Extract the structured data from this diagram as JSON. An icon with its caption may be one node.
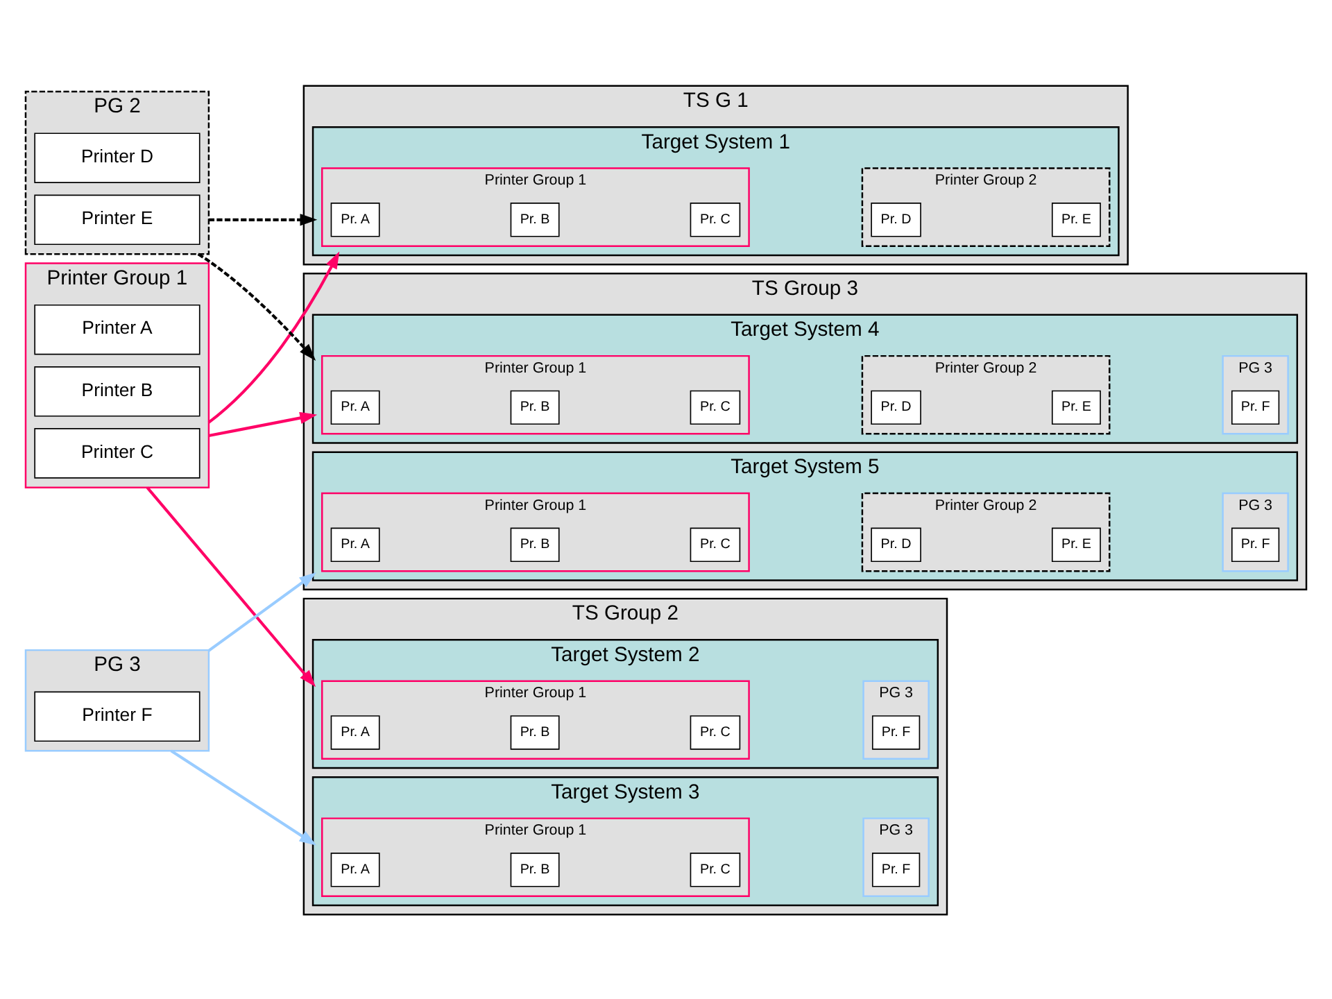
{
  "diagram": {
    "nodes": [
      {
        "text": [
          "Printer Group 1"
        ]
      },
      {
        "text": [
          "Printer A"
        ],
        "in": 0
      },
      {
        "text": [
          "Printer B"
        ],
        "in": 0
      },
      {
        "text": [
          "Printer C"
        ],
        "in": 0
      },
      {
        "text": [
          "PG 2"
        ]
      },
      {
        "text": [
          "Printer D"
        ],
        "in": 4
      },
      {
        "text": [
          "Printer E"
        ],
        "in": 4
      },
      {
        "text": [
          "PG 3"
        ]
      },
      {
        "text": [
          "Printer F"
        ],
        "in": 7
      },
      {
        "text": [
          "TS G 1"
        ]
      },
      {
        "text": [
          "Target System 1"
        ],
        "in": 9
      },
      {
        "text": [
          "Printer Group 1"
        ],
        "in": 10
      },
      {
        "text": [
          "Pr. A"
        ],
        "in": 11
      },
      {
        "text": [
          "Pr. B"
        ],
        "in": 11
      },
      {
        "text": [
          "Pr. C"
        ],
        "in": 11
      },
      {
        "text": [
          "Printer Group 2"
        ],
        "in": 10
      },
      {
        "text": [
          "Pr. D"
        ],
        "in": 15
      },
      {
        "text": [
          "Pr. E"
        ],
        "in": 15
      },
      {
        "text": [
          "TS Group 2"
        ]
      },
      {
        "text": [
          "Target System 2"
        ],
        "in": 18
      },
      {
        "text": [
          "Printer Group 1"
        ],
        "in": 19
      },
      {
        "text": [
          "Pr. A"
        ],
        "in": 20
      },
      {
        "text": [
          "Pr. B"
        ],
        "in": 20
      },
      {
        "text": [
          "Pr. C"
        ],
        "in": 20
      },
      {
        "text": [
          "PG 3"
        ],
        "in": 19
      },
      {
        "text": [
          "Pr. F"
        ],
        "in": 24
      },
      {
        "text": [
          "Target System 3"
        ],
        "in": 18
      },
      {
        "text": [
          "Printer Group 1"
        ],
        "in": 26
      },
      {
        "text": [
          "Pr. A"
        ],
        "in": 27
      },
      {
        "text": [
          "Pr. B"
        ],
        "in": 27
      },
      {
        "text": [
          "Pr. C"
        ],
        "in": 27
      },
      {
        "text": [
          "PG 3"
        ],
        "in": 26
      },
      {
        "text": [
          "Pr. F"
        ],
        "in": 31
      },
      {
        "text": [
          "TS Group 3"
        ]
      },
      {
        "text": [
          "Target System 4"
        ],
        "in": 33
      },
      {
        "text": [
          "Printer Group 1"
        ],
        "in": 34
      },
      {
        "text": [
          "Pr. A"
        ],
        "in": 35
      },
      {
        "text": [
          "Pr. B"
        ],
        "in": 35
      },
      {
        "text": [
          "Pr. C"
        ],
        "in": 35
      },
      {
        "text": [
          "Printer Group 2"
        ],
        "in": 34
      },
      {
        "text": [
          "Pr. D"
        ],
        "in": 39
      },
      {
        "text": [
          "Pr. E"
        ],
        "in": 39
      },
      {
        "text": [
          "PG 3"
        ],
        "in": 34
      },
      {
        "text": [
          "Pr. F"
        ],
        "in": 42
      },
      {
        "text": [
          "Target System 5"
        ],
        "in": 33
      },
      {
        "text": [
          "Printer Group 1"
        ],
        "in": 44
      },
      {
        "text": [
          "Pr. A"
        ],
        "in": 45
      },
      {
        "text": [
          "Pr. B"
        ],
        "in": 45
      },
      {
        "text": [
          "Pr. C"
        ],
        "in": 45
      },
      {
        "text": [
          "Printer Group 2"
        ],
        "in": 44
      },
      {
        "text": [
          "Pr. D"
        ],
        "in": 49
      },
      {
        "text": [
          "Pr. E"
        ],
        "in": 49
      },
      {
        "text": [
          "PG 3"
        ],
        "in": 44
      },
      {
        "text": [
          "Pr. F"
        ],
        "in": 52
      }
    ],
    "edges": [
      {
        "from": 0,
        "to": 10,
        "arrow": "to",
        "color": "#ff0066"
      },
      {
        "from": 0,
        "to": 19,
        "arrow": "to",
        "color": "#ff0066"
      },
      {
        "from": 0,
        "to": 34,
        "arrow": "to",
        "color": "#ff0066"
      },
      {
        "from": 4,
        "to": 10,
        "arrow": "to",
        "style": "dashed",
        "color": "#000000"
      },
      {
        "from": 4,
        "to": 34,
        "arrow": "to",
        "style": "dashed",
        "color": "#000000"
      },
      {
        "from": 7,
        "to": 26,
        "arrow": "to",
        "color": "#99ccff"
      },
      {
        "from": 7,
        "to": 44,
        "arrow": "to",
        "color": "#99ccff"
      }
    ]
  }
}
